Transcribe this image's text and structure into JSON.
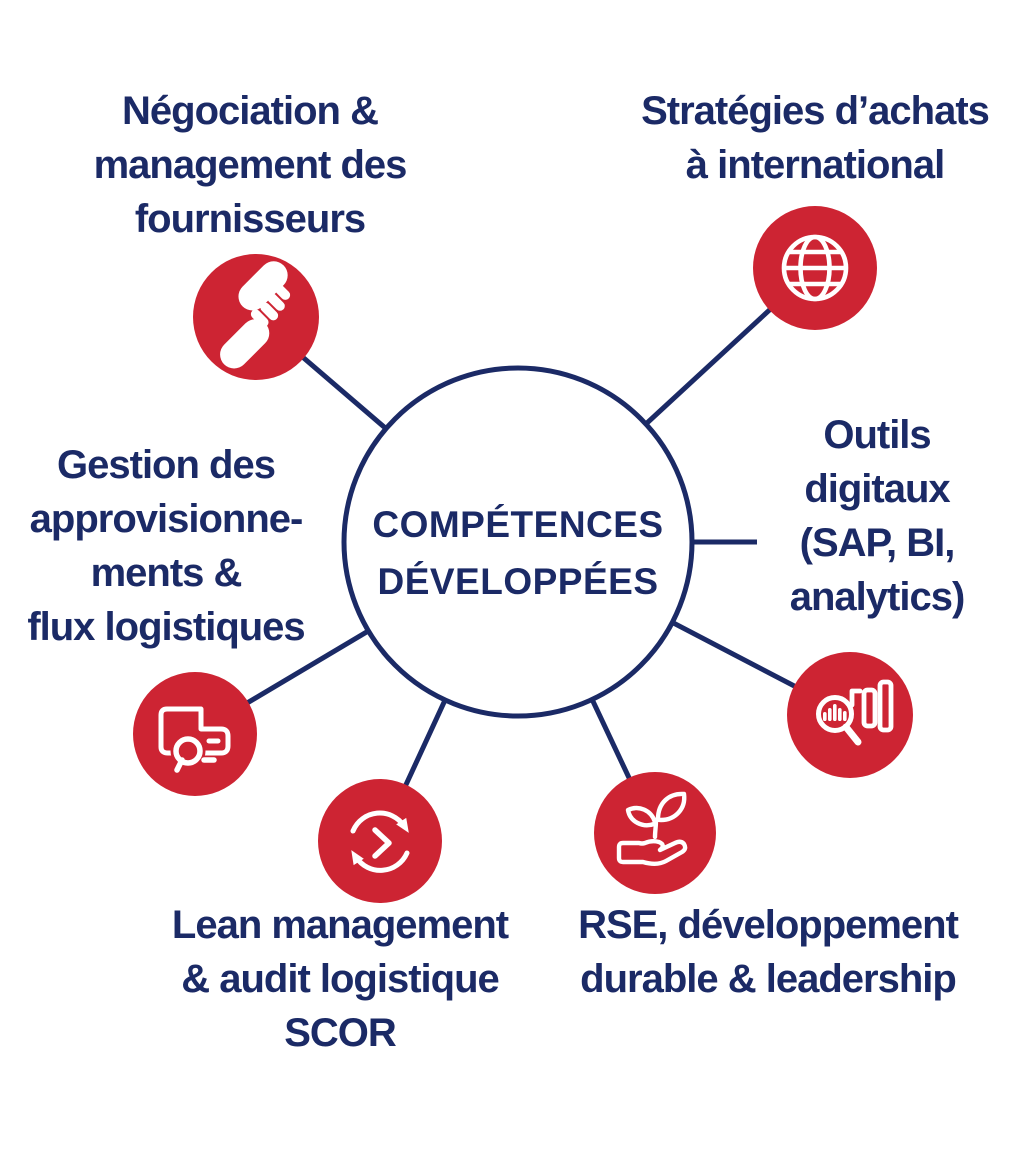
{
  "colors": {
    "navy": "#1b2a66",
    "red": "#cd2433",
    "white": "#ffffff",
    "background": "#ffffff"
  },
  "hub": {
    "title_line1": "COMPÉTENCES",
    "title_line2": "DÉVELOPPÉES"
  },
  "topics": [
    {
      "name": "negociation-fournisseurs",
      "icon": "handshake-icon",
      "lines": [
        "Négociation &",
        "management des",
        "fournisseurs"
      ]
    },
    {
      "name": "strategies-achats-international",
      "icon": "globe-icon",
      "lines": [
        "Stratégies d’achats",
        "à international"
      ]
    },
    {
      "name": "gestion-approvisionnements",
      "icon": "screen-search-icon",
      "lines": [
        "Gestion des",
        "approvisionne-",
        "ments &",
        "flux logistiques"
      ]
    },
    {
      "name": "outils-digitaux",
      "icon": "chart-magnifier-icon",
      "lines": [
        "Outils",
        "digitaux",
        "(SAP, BI,",
        "analytics)"
      ]
    },
    {
      "name": "lean-management-scor",
      "icon": "cycle-arrows-icon",
      "lines": [
        "Lean management",
        "& audit logistique",
        "SCOR"
      ]
    },
    {
      "name": "rse-developpement-durable",
      "icon": "hand-plant-icon",
      "lines": [
        "RSE, développement",
        "durable & leadership"
      ]
    }
  ]
}
